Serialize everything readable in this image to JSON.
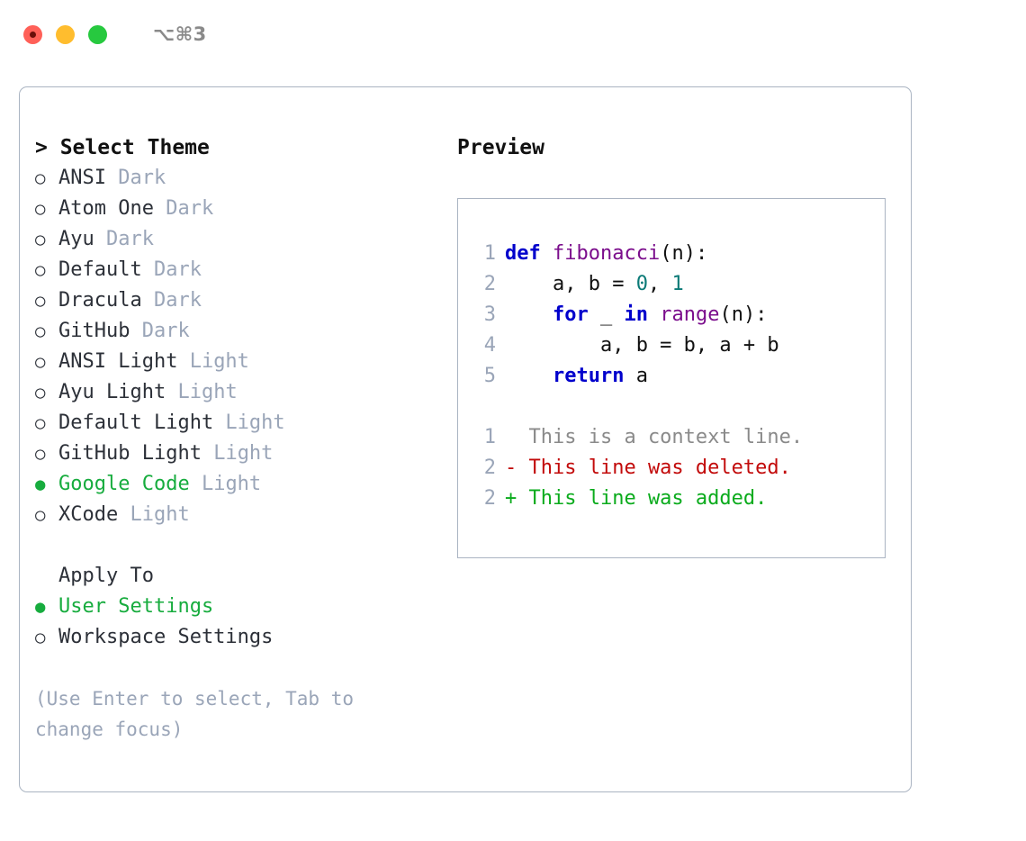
{
  "titlebar": {
    "shortcut": "⌥⌘3",
    "lights": [
      {
        "name": "close",
        "color": "#ff6058"
      },
      {
        "name": "minimize",
        "color": "#ffbd2e"
      },
      {
        "name": "maximize",
        "color": "#27c93f"
      }
    ]
  },
  "theme_picker": {
    "heading": "> Select Theme",
    "bullet_selected": "●",
    "bullet_unselected": "○",
    "selected_color": "#17ac3e",
    "badge_color": "#9aa5b8",
    "themes": [
      {
        "label": "ANSI",
        "badge": "Dark",
        "selected": false
      },
      {
        "label": "Atom One",
        "badge": "Dark",
        "selected": false
      },
      {
        "label": "Ayu",
        "badge": "Dark",
        "selected": false
      },
      {
        "label": "Default",
        "badge": "Dark",
        "selected": false
      },
      {
        "label": "Dracula",
        "badge": "Dark",
        "selected": false
      },
      {
        "label": "GitHub",
        "badge": "Dark",
        "selected": false
      },
      {
        "label": "ANSI Light",
        "badge": "Light",
        "selected": false
      },
      {
        "label": "Ayu Light",
        "badge": "Light",
        "selected": false
      },
      {
        "label": "Default Light",
        "badge": "Light",
        "selected": false
      },
      {
        "label": "GitHub Light",
        "badge": "Light",
        "selected": false
      },
      {
        "label": "Google Code",
        "badge": "Light",
        "selected": true
      },
      {
        "label": "XCode",
        "badge": "Light",
        "selected": false
      }
    ]
  },
  "apply_to": {
    "heading": "Apply To",
    "options": [
      {
        "label": "User Settings",
        "selected": true
      },
      {
        "label": "Workspace Settings",
        "selected": false
      }
    ]
  },
  "hint": "(Use Enter to select, Tab to change focus)",
  "preview": {
    "heading": "Preview",
    "code_lines": [
      {
        "number": "1",
        "tokens": [
          {
            "text": "def ",
            "kind": "kw"
          },
          {
            "text": "fibonacci",
            "kind": "fn"
          },
          {
            "text": "(n):",
            "kind": "plain"
          }
        ]
      },
      {
        "number": "2",
        "tokens": [
          {
            "text": "    a, b = ",
            "kind": "plain"
          },
          {
            "text": "0",
            "kind": "num"
          },
          {
            "text": ", ",
            "kind": "plain"
          },
          {
            "text": "1",
            "kind": "num"
          }
        ]
      },
      {
        "number": "3",
        "tokens": [
          {
            "text": "    ",
            "kind": "plain"
          },
          {
            "text": "for",
            "kind": "kw"
          },
          {
            "text": " _ ",
            "kind": "plain"
          },
          {
            "text": "in",
            "kind": "kw"
          },
          {
            "text": " ",
            "kind": "plain"
          },
          {
            "text": "range",
            "kind": "fn"
          },
          {
            "text": "(n):",
            "kind": "plain"
          }
        ]
      },
      {
        "number": "4",
        "tokens": [
          {
            "text": "        a, b = b, a + b",
            "kind": "plain"
          }
        ]
      },
      {
        "number": "5",
        "tokens": [
          {
            "text": "    ",
            "kind": "plain"
          },
          {
            "text": "return",
            "kind": "kw"
          },
          {
            "text": " a",
            "kind": "plain"
          }
        ]
      }
    ],
    "diff_lines": [
      {
        "number": "1",
        "text": "  This is a context line.",
        "kind": "diff-ctx"
      },
      {
        "number": "2",
        "text": "- This line was deleted.",
        "kind": "diff-del"
      },
      {
        "number": "2",
        "text": "+ This line was added.",
        "kind": "diff-add"
      }
    ]
  }
}
